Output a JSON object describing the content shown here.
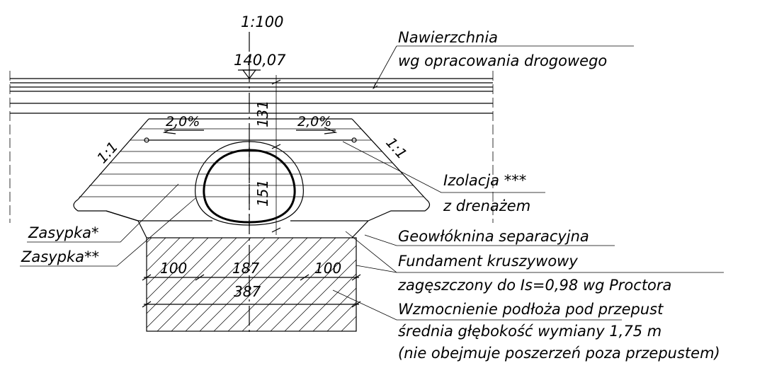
{
  "scale_label": "1:100",
  "elevation": "140,07",
  "dimensions": {
    "vertical_cover": "131",
    "vertical_pipe": "151",
    "foundation_left": "100",
    "foundation_center": "187",
    "foundation_right": "100",
    "foundation_total": "387"
  },
  "slopes": {
    "left_crossfall": "2,0%",
    "right_crossfall": "2,0%",
    "left_embankment": "1:1",
    "right_embankment": "1:1"
  },
  "labels": {
    "pavement_line1": "Nawierzchnia",
    "pavement_line2": "wg opracowania drogowego",
    "insulation_line1": "Izolacja ***",
    "insulation_line2": "z drenażem",
    "backfill1": "Zasypka*",
    "backfill2": "Zasypka**",
    "geotextile": "Geowłóknina separacyjna",
    "foundation_line1": "Fundament kruszywowy",
    "foundation_line2": "zagęszczony do Is=0,98 wg Proctora",
    "reinforcement_line1": "Wzmocnienie podłoża pod przepust",
    "reinforcement_line2": "średnia głębokość wymiany 1,75 m",
    "reinforcement_line3": "(nie obejmuje poszerzeń poza przepustem)"
  }
}
